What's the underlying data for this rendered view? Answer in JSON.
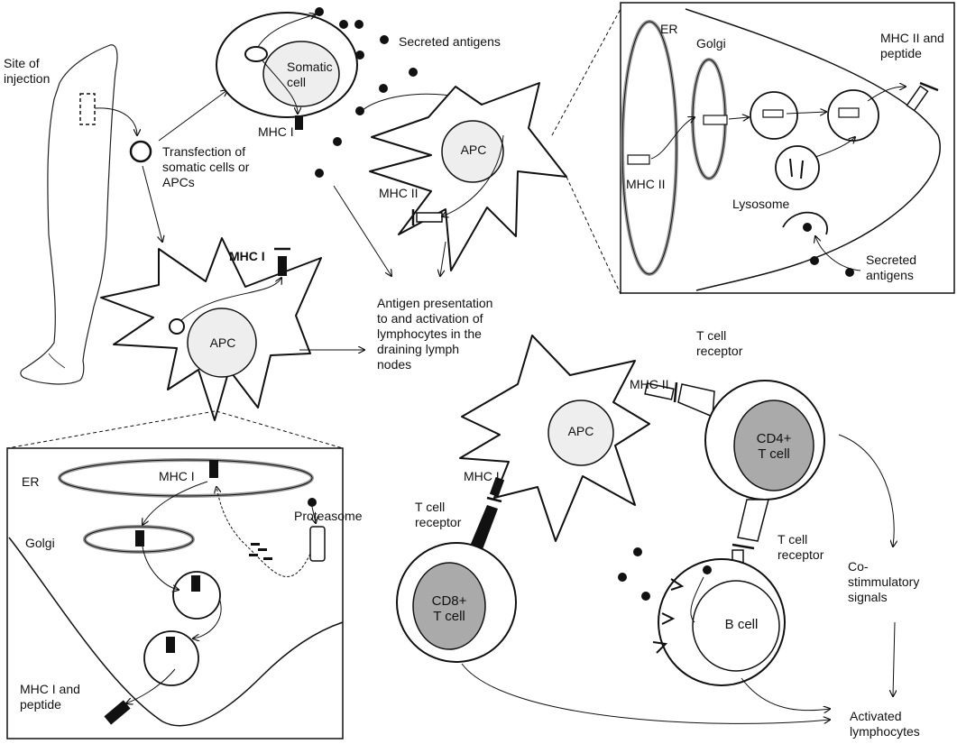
{
  "labels": {
    "site_of_injection": "Site of\ninjection",
    "transfection": "Transfection of\nsomatic cells or\nAPCs",
    "secreted_antigens_top": "Secreted antigens",
    "somatic_cell": "Somatic\ncell",
    "mhc1_somatic": "MHC I",
    "apc_top": "APC",
    "mhc2_apc_top": "MHC II",
    "mhc1_apc_left": "MHC I",
    "apc_left": "APC",
    "antigen_presentation": "Antigen presentation\nto and activation of\nlymphocytes in the\ndraining lymph\nnodes",
    "inset_er": "ER",
    "inset_golgi": "Golgi",
    "inset_mhc2_peptide": "MHC II and\npeptide",
    "inset_mhc2": "MHC II",
    "inset_lysosome": "Lysosome",
    "inset_secreted_antigens": "Secreted\nantigens",
    "bl_er": "ER",
    "bl_mhc1": "MHC I",
    "bl_golgi": "Golgi",
    "bl_proteasome": "Proteasome",
    "bl_mhc1_peptide": "MHC I and\npeptide",
    "mhc2_apc_bottom": "MHC II",
    "tcr_cd4": "T cell\nreceptor",
    "apc_bottom": "APC",
    "cd4_tcell": "CD4+\nT cell",
    "mhc1_apc_bottom": "MHC I",
    "tcr_cd8": "T cell\nreceptor",
    "tcr_bcell": "T cell\nreceptor",
    "cd8_tcell": "CD8+\nT cell",
    "b_cell": "B cell",
    "costim": "Co-\nstimmulatory\nsignals",
    "activated": "Activated\nlymphocytes"
  }
}
